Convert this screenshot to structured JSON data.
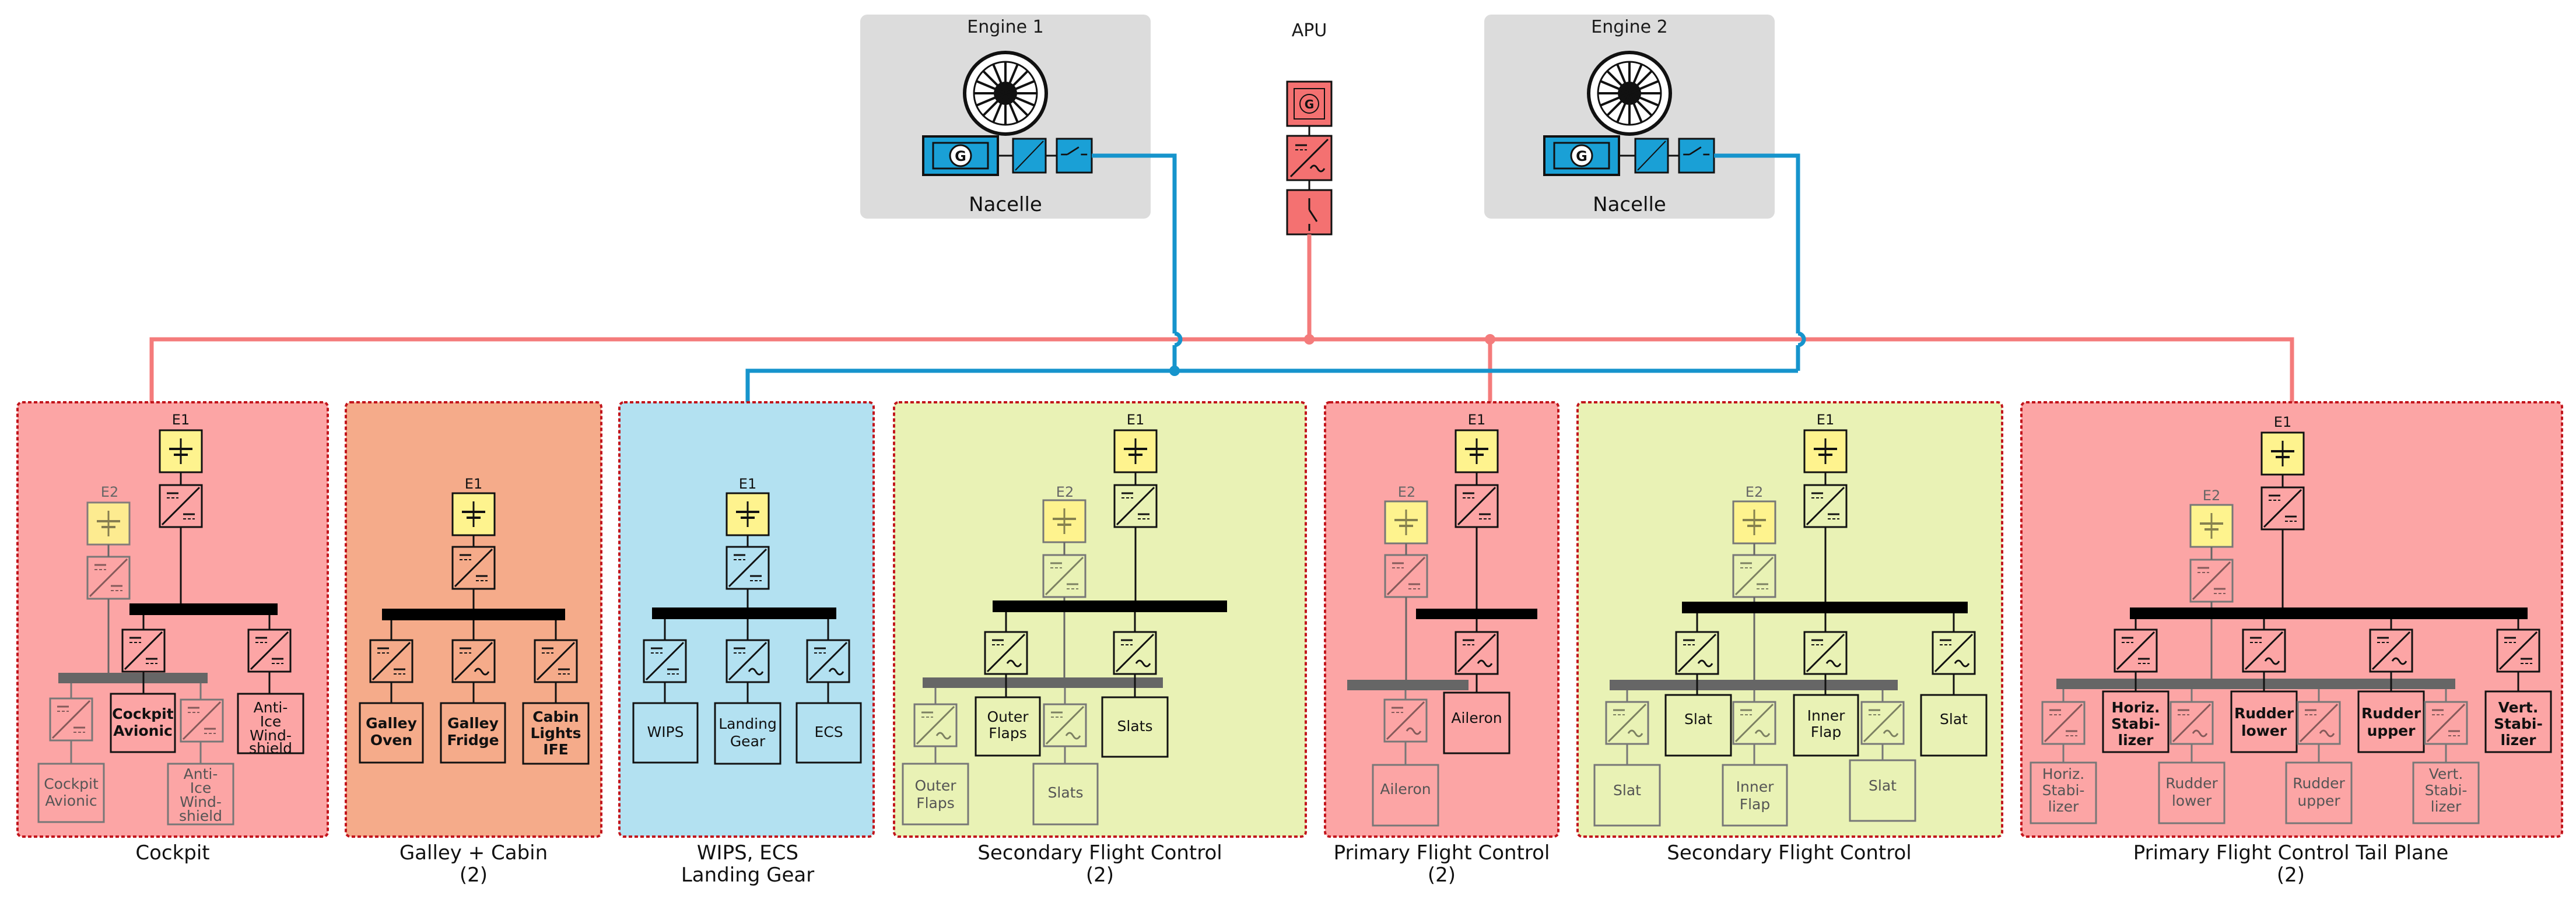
{
  "sources": {
    "engine1": {
      "title": "Engine 1",
      "caption": "Nacelle"
    },
    "engine2": {
      "title": "Engine 2",
      "caption": "Nacelle"
    },
    "apu": {
      "title": "APU"
    }
  },
  "colors": {
    "hvdc_red": "#f47b7b",
    "bus_blue": "#1694cc",
    "pink": "#fca5a5",
    "orange": "#f5ab8a",
    "blue": "#b3e1f1",
    "green": "#e9f2b5",
    "battery_yellow": "#fef38e",
    "engine_blue": "#1aa0d6",
    "apu_red": "#f47171",
    "nacelle_gray": "#dcdcdc"
  },
  "sections": [
    {
      "id": "cockpit",
      "label": "Cockpit",
      "tags": {
        "e1": "E1",
        "e2": "E2"
      },
      "loads": [
        "Cockpit Avionic",
        "Anti-Ice Wind-shield"
      ],
      "dim_loads": [
        "Cockpit Avionic",
        "Anti-Ice Wind-shield"
      ]
    },
    {
      "id": "galley",
      "label": "Galley + Cabin",
      "sub": "(2)",
      "tags": {
        "e1": "E1"
      },
      "loads": [
        "Galley Oven",
        "Galley Fridge",
        "Cabin Lights IFE"
      ]
    },
    {
      "id": "wips",
      "label": "WIPS, ECS",
      "sub": "Landing Gear",
      "tags": {
        "e1": "E1"
      },
      "loads": [
        "WIPS",
        "Landing Gear",
        "ECS"
      ]
    },
    {
      "id": "sfc1",
      "label": "Secondary Flight Control",
      "sub": "(2)",
      "tags": {
        "e1": "E1",
        "e2": "E2"
      },
      "loads": [
        "Outer Flaps",
        "Slats"
      ],
      "dim_loads": [
        "Outer Flaps",
        "Slats"
      ]
    },
    {
      "id": "pfc",
      "label": "Primary Flight Control",
      "sub": "(2)",
      "tags": {
        "e1": "E1",
        "e2": "E2"
      },
      "loads": [
        "Aileron"
      ],
      "dim_loads": [
        "Aileron"
      ]
    },
    {
      "id": "sfc2",
      "label": "Secondary Flight Control",
      "tags": {
        "e1": "E1",
        "e2": "E2"
      },
      "loads": [
        "Slat",
        "Inner Flap",
        "Slat"
      ],
      "dim_loads": [
        "Slat",
        "Inner Flap",
        "Slat"
      ]
    },
    {
      "id": "pfctp",
      "label": "Primary Flight Control Tail Plane",
      "sub": "(2)",
      "tags": {
        "e1": "E1",
        "e2": "E2"
      },
      "loads": [
        "Horiz. Stabi- lizer",
        "Rudder lower",
        "Rudder upper",
        "Vert. Stabi- lizer"
      ],
      "dim_loads": [
        "Horiz. Stabi- lizer",
        "Rudder lower",
        "Rudder upper",
        "Vert. Stabi- lizer"
      ]
    }
  ]
}
